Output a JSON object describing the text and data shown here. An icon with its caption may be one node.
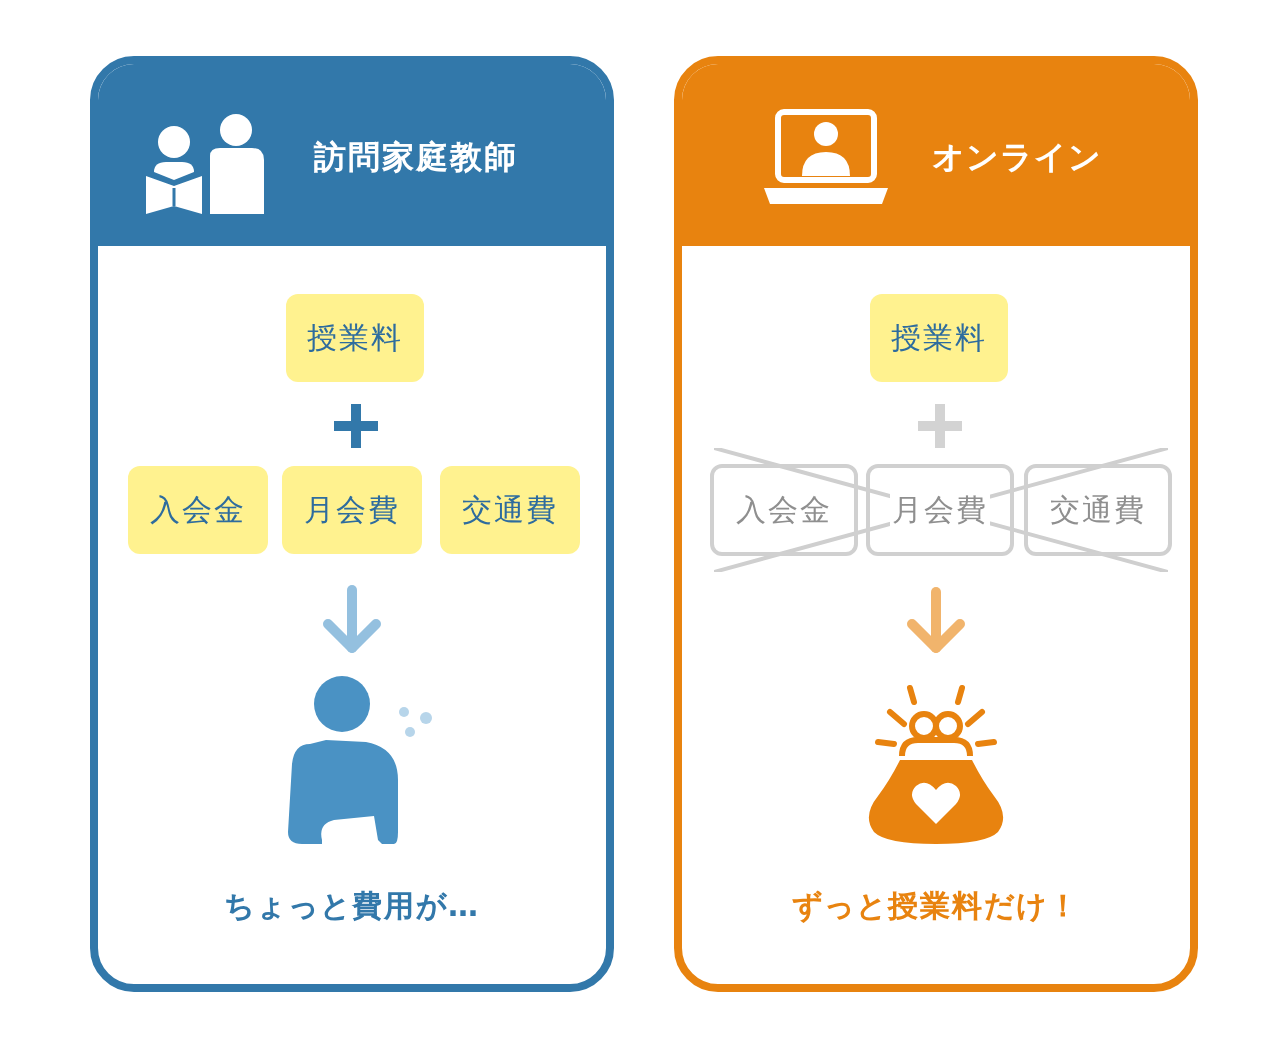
{
  "diagram": {
    "nodes": [
      {
        "text": [
          "訪問家庭教師"
        ]
      },
      {
        "text": [
          "授業料"
        ],
        "in": 0
      },
      {
        "text": [
          "入会金"
        ],
        "in": 0
      },
      {
        "text": [
          "月会費"
        ],
        "in": 0
      },
      {
        "text": [
          "交通費"
        ],
        "in": 0
      },
      {
        "text": [],
        "shape": "person",
        "in": 0,
        "beside": [
          "ちょっと費用が…"
        ]
      },
      {
        "text": [
          "オンライン"
        ]
      },
      {
        "text": [
          "授業料"
        ],
        "in": 6
      },
      {
        "text": [
          "入会金"
        ],
        "in": 6
      },
      {
        "text": [
          "月会費"
        ],
        "in": 6
      },
      {
        "text": [
          "交通費"
        ],
        "in": 6
      },
      {
        "text": [],
        "shape": "picture",
        "in": 6,
        "beside": [
          "ずっと授業料だけ！"
        ]
      }
    ],
    "edges": [
      {
        "from": 3,
        "to": 5,
        "arrow": "to",
        "color": "#94c0df"
      },
      {
        "from": 9,
        "to": 11,
        "arrow": "to",
        "color": "#f1b46c"
      }
    ]
  }
}
